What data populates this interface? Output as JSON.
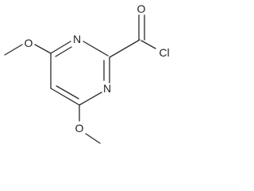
{
  "atoms": {
    "n_top": "N",
    "n_bottom": "N",
    "o_carbonyl": "O",
    "cl": "Cl",
    "o_methoxy_top": "O",
    "o_methoxy_bottom": "O"
  }
}
